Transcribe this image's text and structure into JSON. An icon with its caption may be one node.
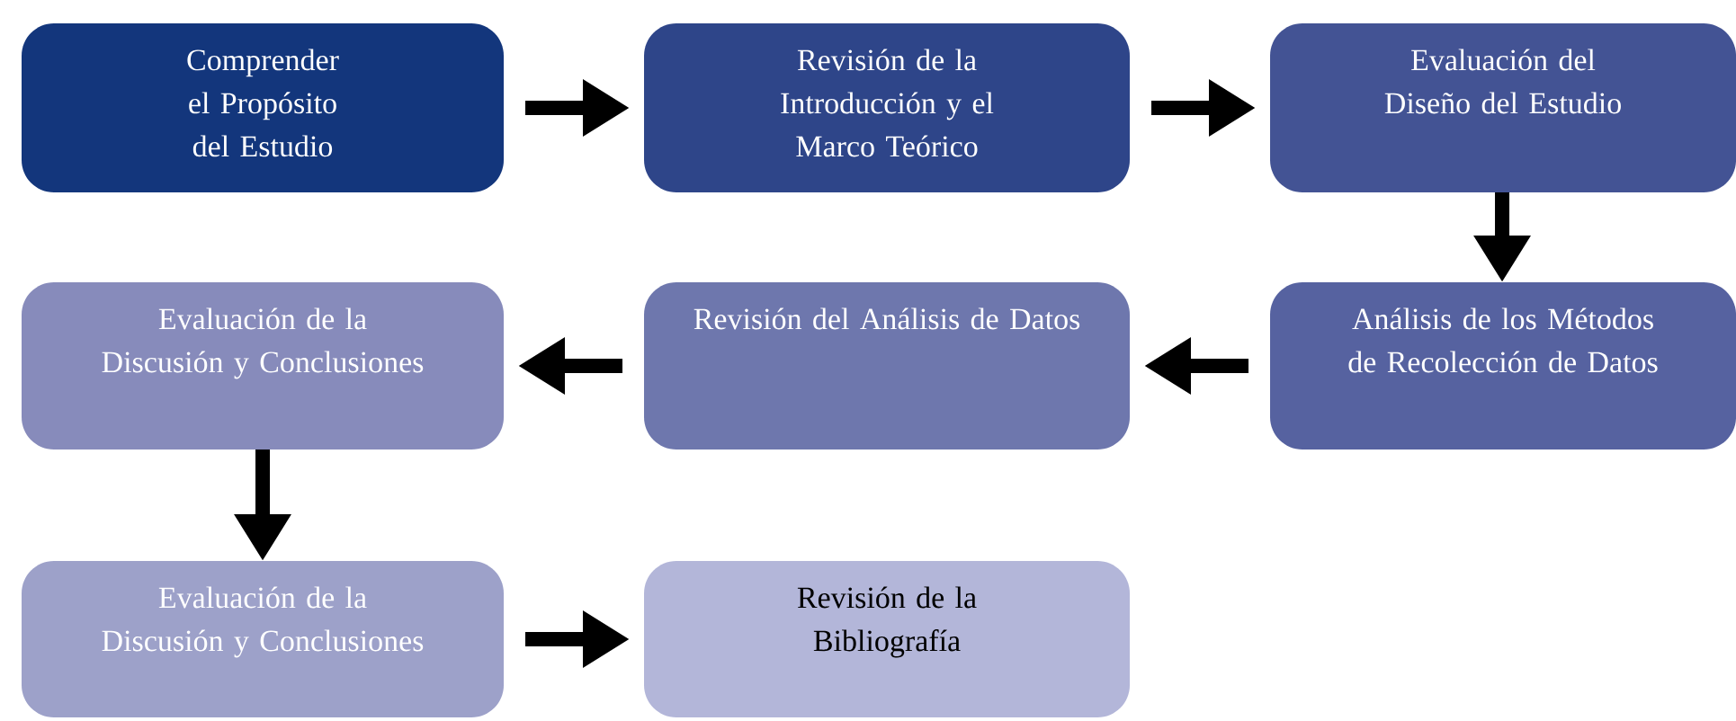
{
  "diagram": {
    "nodes": [
      {
        "text": [
          "Comprender el Propósito del Estudio"
        ]
      },
      {
        "text": [
          "Revisión de la Introducción y el Marco Teórico"
        ]
      },
      {
        "text": [
          "Evaluación del Diseño del Estudio"
        ]
      },
      {
        "text": [
          "Evaluación de la Discusión y Conclusiones"
        ]
      },
      {
        "text": [
          "Revisión del Análisis de Datos"
        ]
      },
      {
        "text": [
          "Análisis de los Métodos de Recolección de Datos"
        ]
      },
      {
        "text": [
          "Evaluación de la Discusión y Conclusiones"
        ]
      },
      {
        "text": [
          "Revisión de la Bibliografía"
        ]
      }
    ],
    "edges": [
      {
        "from": 0,
        "to": 1,
        "arrow": "to"
      },
      {
        "from": 1,
        "to": 2,
        "arrow": "to"
      },
      {
        "from": 2,
        "to": 5,
        "arrow": "to"
      },
      {
        "from": 5,
        "to": 4,
        "arrow": "to"
      },
      {
        "from": 4,
        "to": 3,
        "arrow": "to"
      },
      {
        "from": 3,
        "to": 6,
        "arrow": "to"
      },
      {
        "from": 6,
        "to": 7,
        "arrow": "to"
      }
    ]
  }
}
